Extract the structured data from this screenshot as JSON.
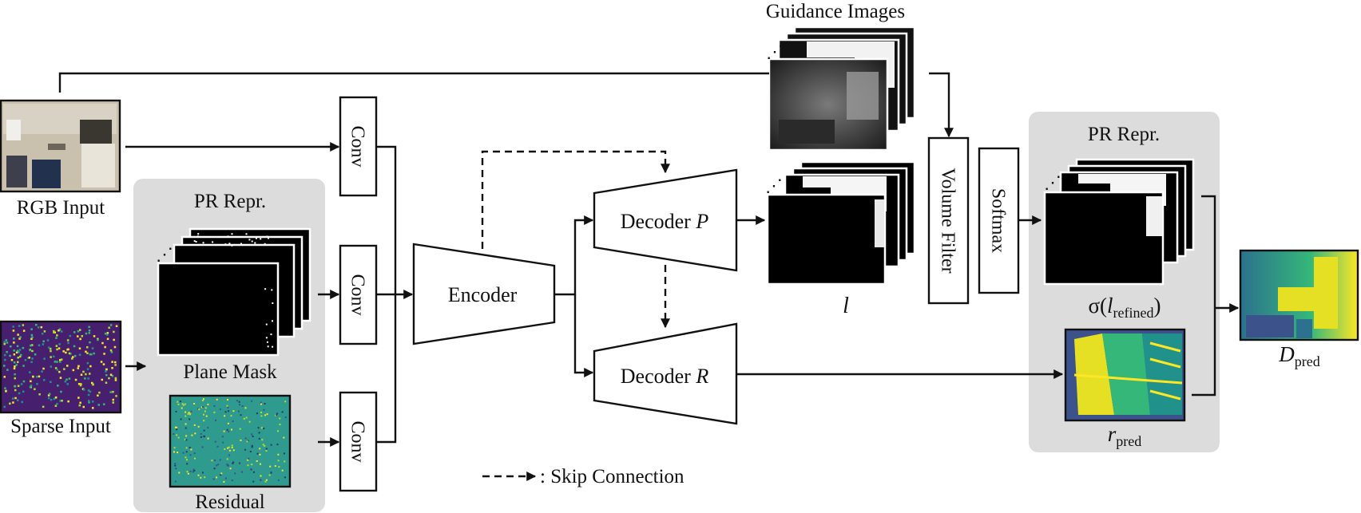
{
  "labels": {
    "rgb_input": "RGB Input",
    "sparse_input": "Sparse Input",
    "pr_repr_left": "PR Repr.",
    "pr_repr_right": "PR Repr.",
    "plane_mask": "Plane Mask",
    "residual": "Residual",
    "conv_top": "Conv",
    "conv_mid": "Conv",
    "conv_bottom": "Conv",
    "encoder": "Encoder",
    "decoder_p_prefix": "Decoder",
    "decoder_p_var": "P",
    "decoder_r_prefix": "Decoder",
    "decoder_r_var": "R",
    "guidance_images": "Guidance Images",
    "volume_filter": "Volume Filter",
    "softmax": "Softmax",
    "logits_var": "l",
    "sigma_prefix": "σ(",
    "sigma_var": "l",
    "sigma_sub": "refined",
    "sigma_suffix": ")",
    "r_var": "r",
    "r_sub": "pred",
    "d_var": "D",
    "d_sub": "pred",
    "skip_legend": ": Skip Connection",
    "ellipsis": "⋰"
  },
  "colors": {
    "panel": "#dcdcdc",
    "stroke": "#111111",
    "sparse_bg": "#46206e",
    "residual_bg": "#2f9a8e",
    "depth_yellow": "#e6e024",
    "depth_green": "#35b779",
    "depth_teal": "#21918c",
    "depth_blue": "#3b528b"
  }
}
